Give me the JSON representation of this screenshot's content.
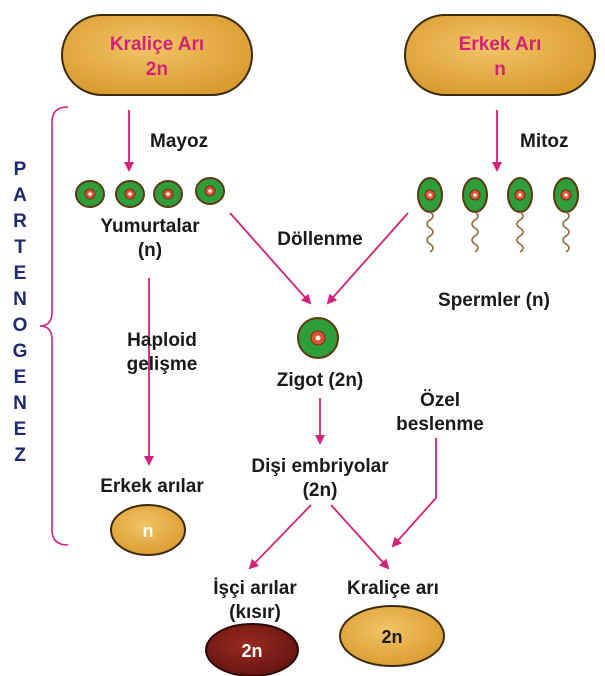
{
  "colors": {
    "magenta": "#d1227a",
    "navy": "#1f2a6e",
    "text": "#1a1a1a",
    "gold": "#e0a53a",
    "dark_red": "#7d1a14",
    "cell_green": "#2e9d3a",
    "cell_nucleus": "#d8553a"
  },
  "queen": {
    "title": "Kraliçe Arı",
    "ploidy": "2n"
  },
  "drone": {
    "title": "Erkek Arı",
    "ploidy": "n"
  },
  "parthenogenesis": {
    "letters": [
      "P",
      "A",
      "R",
      "T",
      "E",
      "N",
      "O",
      "G",
      "E",
      "N",
      "E",
      "Z"
    ]
  },
  "labels": {
    "meiosis": "Mayoz",
    "mitosis": "Mitoz",
    "eggs_line1": "Yumurtalar",
    "eggs_line2": "(n)",
    "fertilization": "Döllenme",
    "sperm": "Spermler (n)",
    "haploid_line1": "Haploid",
    "haploid_line2": "gelişme",
    "zygote": "Zigot (2n)",
    "special_line1": "Özel",
    "special_line2": "beslenme",
    "embryo_line1": "Dişi embriyolar",
    "embryo_line2": "(2n)",
    "male_bees": "Erkek arılar",
    "male_ploidy": "n",
    "worker_line1": "İşçi arılar",
    "worker_line2": "(kısır)",
    "worker_ploidy": "2n",
    "queen_out": "Kraliçe arı",
    "queen_out_ploidy": "2n"
  }
}
